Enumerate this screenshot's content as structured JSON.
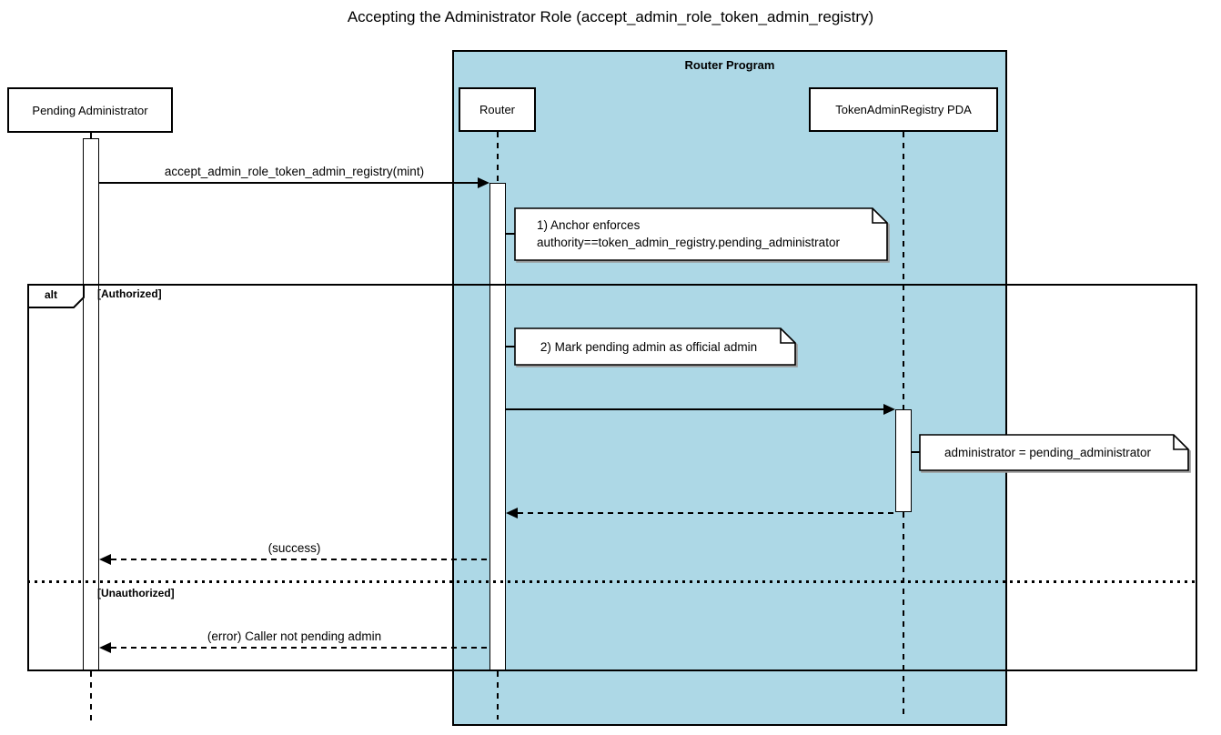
{
  "diagram": {
    "title": "Accepting the Administrator Role (accept_admin_role_token_admin_registry)",
    "program_frame": {
      "label": "Router Program"
    },
    "participants": {
      "pending_admin": "Pending Administrator",
      "router": "Router",
      "registry_pda": "TokenAdminRegistry PDA"
    },
    "alt_frame": {
      "operator": "alt",
      "guard_authorized": "[Authorized]",
      "guard_unauthorized": "[Unauthorized]"
    },
    "messages": {
      "call": "accept_admin_role_token_admin_registry(mint)",
      "success": "(success)",
      "error": "(error) Caller not pending admin"
    },
    "notes": {
      "anchor_enforces": {
        "line1": "1) Anchor enforces",
        "line2": "authority==token_admin_registry.pending_administrator"
      },
      "mark_admin": "2) Mark pending admin as official admin",
      "set_admin": "administrator = pending_administrator"
    },
    "colors": {
      "program_fill": "#ADD8E6",
      "stroke": "#000000",
      "background": "#FFFFFF"
    }
  }
}
